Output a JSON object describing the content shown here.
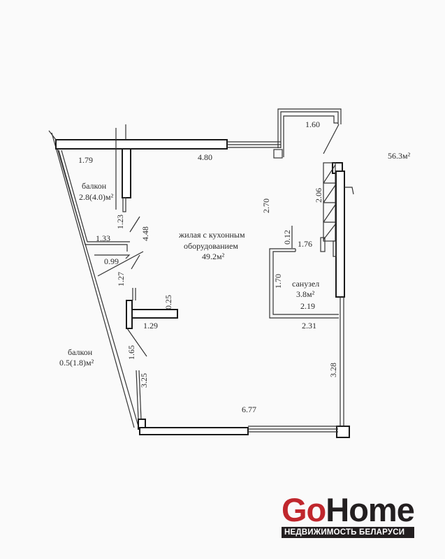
{
  "plan": {
    "total_area": "56.3м²",
    "rooms": {
      "living": {
        "name_line1": "жилая с кухонным",
        "name_line2": "оборудованием",
        "area": "49.2м²"
      },
      "balcony_top": {
        "name": "балкон",
        "area": "2.8(4.0)м²"
      },
      "balcony_bottom": {
        "name": "балкон",
        "area": "0.5(1.8)м²"
      },
      "bathroom": {
        "name": "санузел",
        "area": "3.8м²"
      }
    },
    "dimensions": {
      "d179": "1.79",
      "d480": "4.80",
      "d160": "1.60",
      "d123": "1.23",
      "d448": "4.48",
      "d133": "1.33",
      "d099": "0.99",
      "d127": "1.27",
      "d025": "0.25",
      "d129": "1.29",
      "d165": "1.65",
      "d325": "3.25",
      "d677": "6.77",
      "d270": "2.70",
      "d206": "2.06",
      "d012": "0.12",
      "d176": "1.76",
      "d170": "1.70",
      "d219": "2.19",
      "d231": "2.31",
      "d328": "3.28"
    }
  },
  "logo": {
    "go": "Go",
    "home": "Home",
    "tagline": "НЕДВИЖИМОСТЬ БЕЛАРУСИ"
  }
}
